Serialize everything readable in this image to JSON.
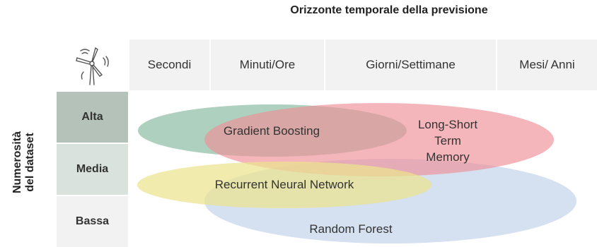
{
  "title": "Orizzonte temporale della previsione",
  "icon": "wind-turbine-icon",
  "columns": [
    "Secondi",
    "Minuti/Ore",
    "Giorni/Settimane",
    "Mesi/ Anni"
  ],
  "rows": [
    "Alta",
    "Media",
    "Bassa"
  ],
  "y_axis": {
    "line1": "Numerosità",
    "line2": "del dataset"
  },
  "models": [
    {
      "name": "gradient-boosting",
      "label": [
        "Gradient Boosting"
      ],
      "color": "#8fbfa6"
    },
    {
      "name": "lstm",
      "label": [
        "Long-Short",
        "Term",
        "Memory"
      ],
      "color": "#ee8f96"
    },
    {
      "name": "rnn",
      "label": [
        "Recurrent Neural Network"
      ],
      "color": "#ebe38e"
    },
    {
      "name": "random-forest",
      "label": [
        "Random Forest"
      ],
      "color": "#bccde9"
    }
  ],
  "colors": {
    "header_bg": "#f2f2f2",
    "row_alta": "#b5c2b9",
    "row_media": "#d9e2dc",
    "row_bassa": "#f2f2f2"
  }
}
